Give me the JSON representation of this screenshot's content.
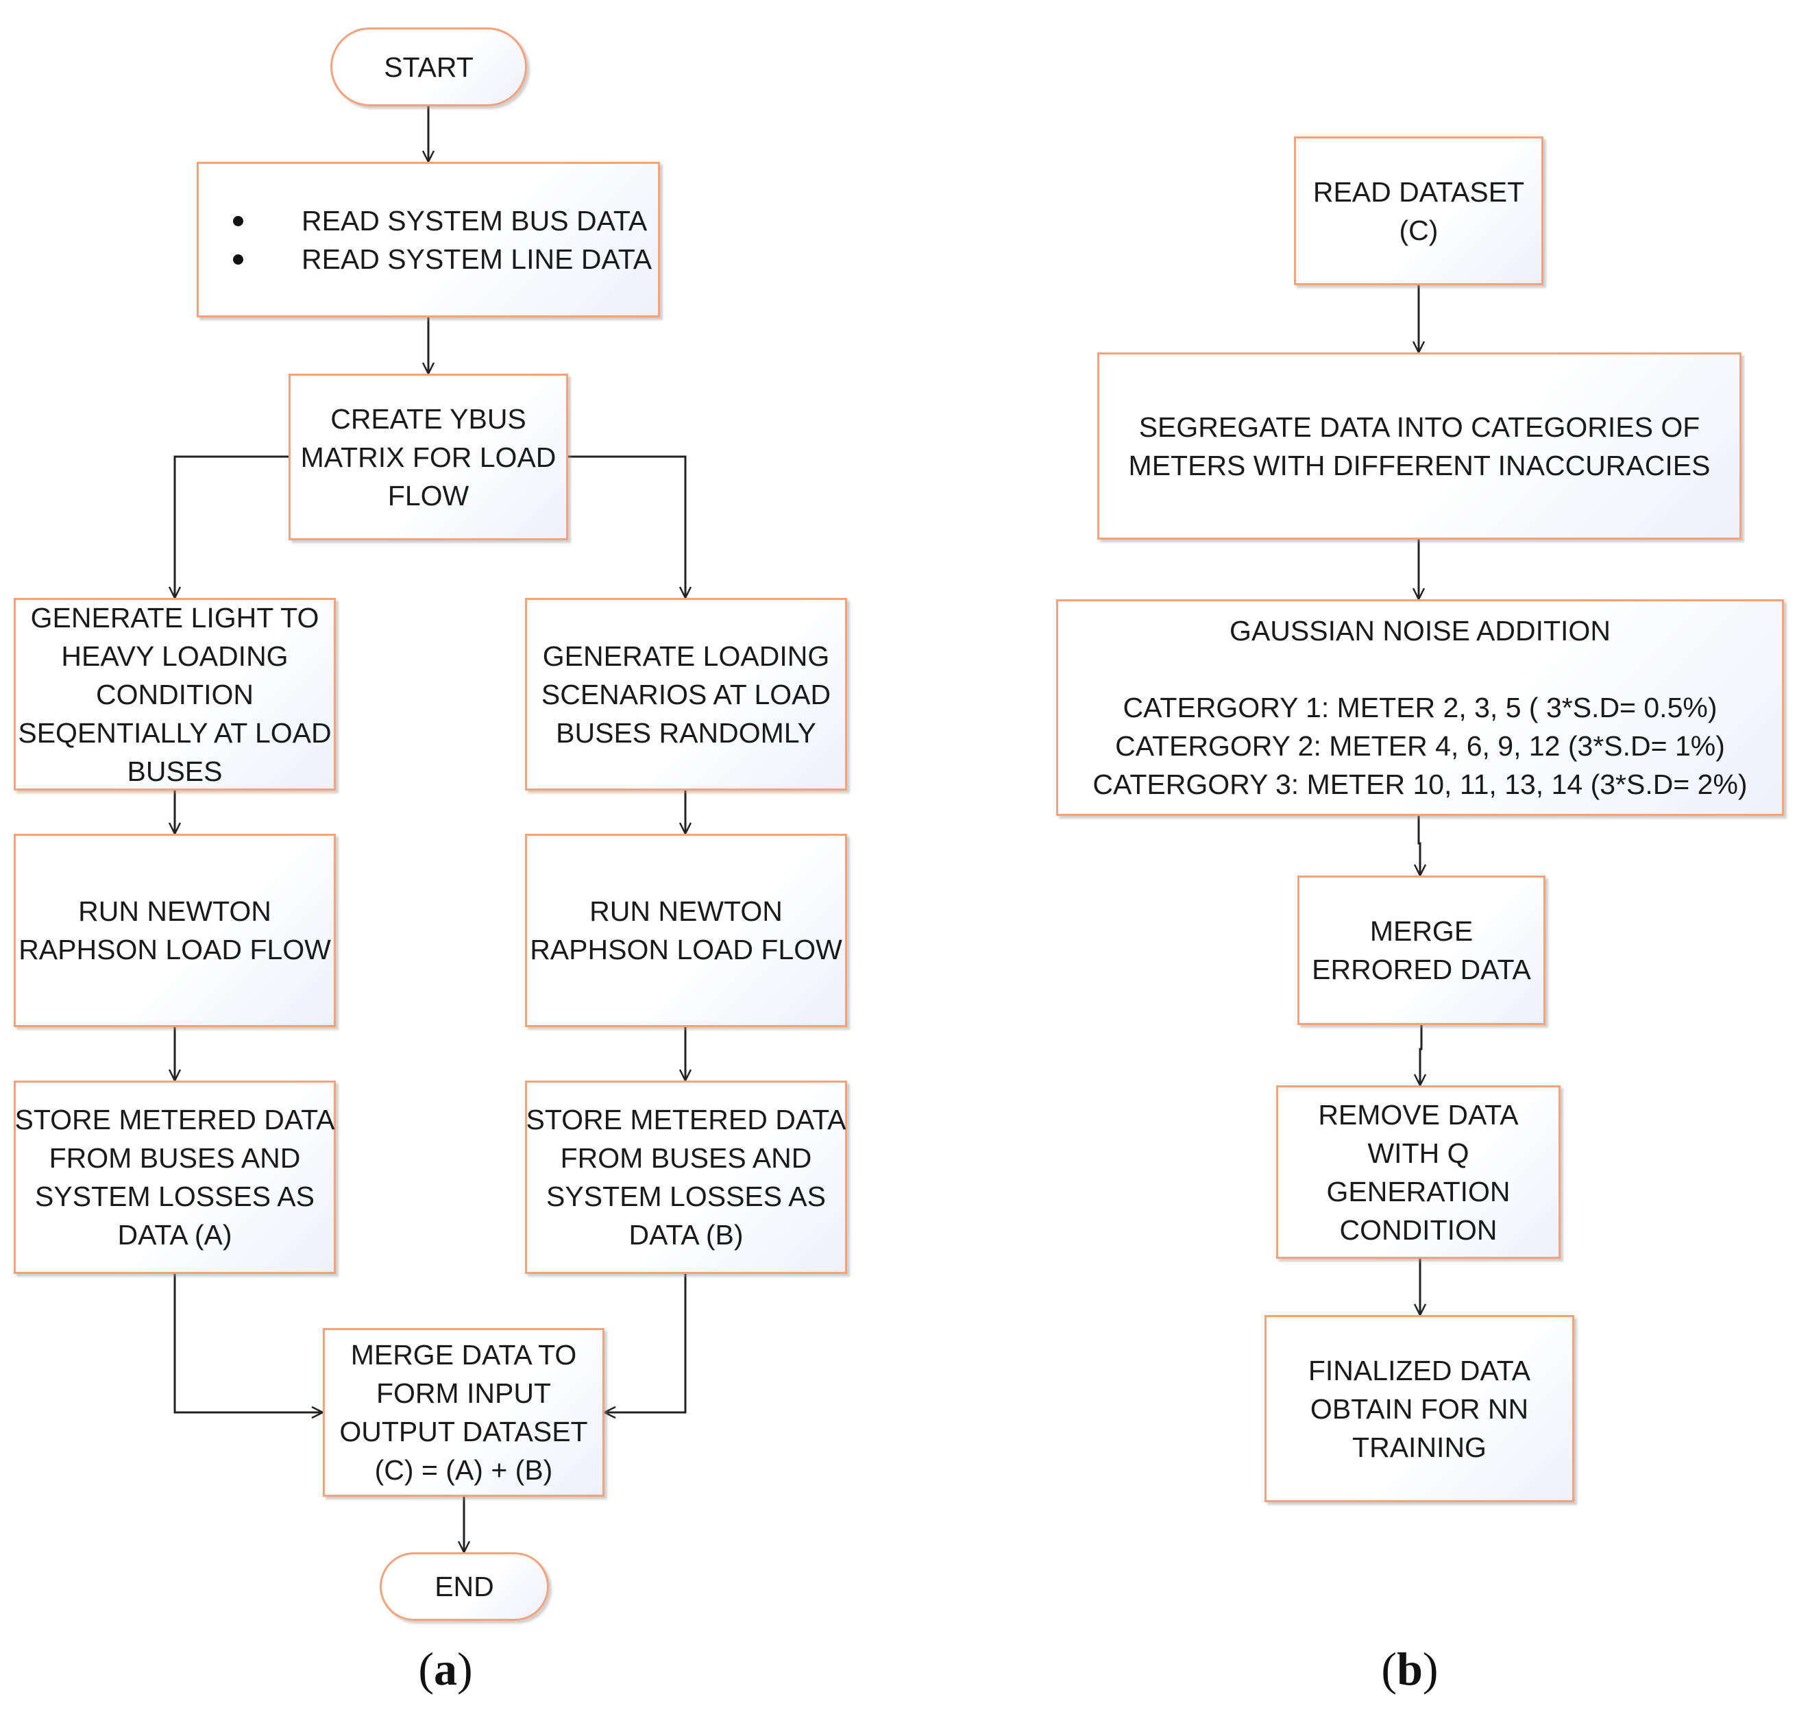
{
  "panel_a": {
    "start": "START",
    "read_data": [
      "READ  SYSTEM BUS DATA",
      "READ SYSTEM LINE DATA"
    ],
    "ybus": [
      "CREATE YBUS",
      "MATRIX FOR LOAD",
      "FLOW"
    ],
    "left_generate": [
      "GENERATE LIGHT TO",
      "HEAVY LOADING",
      "CONDITION",
      "SEQENTIALLY AT LOAD",
      "BUSES"
    ],
    "right_generate": [
      "GENERATE  LOADING",
      "SCENARIOS AT  LOAD",
      "BUSES RANDOMLY"
    ],
    "left_nr": [
      "RUN NEWTON",
      "RAPHSON LOAD FLOW"
    ],
    "right_nr": [
      "RUN NEWTON",
      "RAPHSON LOAD FLOW"
    ],
    "left_store": [
      "STORE METERED  DATA",
      "FROM  BUSES AND",
      "SYSTEM LOSSES AS",
      "DATA (A)"
    ],
    "right_store": [
      "STORE METERED DATA",
      "FROM  BUSES AND",
      "SYSTEM LOSSES AS",
      "DATA (B)"
    ],
    "merge": [
      "MERGE DATA TO",
      "FORM INPUT",
      "OUTPUT DATASET",
      "(C) = (A) + (B)"
    ],
    "end": "END",
    "caption_open": "(",
    "caption_letter": "a",
    "caption_close": ")"
  },
  "panel_b": {
    "read_dataset": [
      "READ DATASET",
      "(C)"
    ],
    "segregate": [
      "SEGREGATE DATA INTO CATEGORIES OF",
      "METERS WITH DIFFERENT INACCURACIES"
    ],
    "noise_title": "GAUSSIAN NOISE ADDITION",
    "noise_categories": [
      "CATERGORY 1: METER 2, 3, 5  ( 3*S.D= 0.5%)",
      "CATERGORY 2: METER 4, 6, 9, 12 (3*S.D= 1%)",
      "CATERGORY 3: METER 10, 11, 13, 14 (3*S.D= 2%)"
    ],
    "merge_errored": [
      "MERGE",
      "ERRORED DATA"
    ],
    "remove": [
      "REMOVE DATA",
      "WITH Q",
      "GENERATION",
      "CONDITION"
    ],
    "finalized": [
      "FINALIZED DATA",
      "OBTAIN FOR NN",
      "TRAINING"
    ],
    "caption_open": "(",
    "caption_letter": "b",
    "caption_close": ")"
  },
  "colors": {
    "node_border": "#f4a27a",
    "connector": "#222222",
    "node_fill_tint": "#eef1fb"
  }
}
